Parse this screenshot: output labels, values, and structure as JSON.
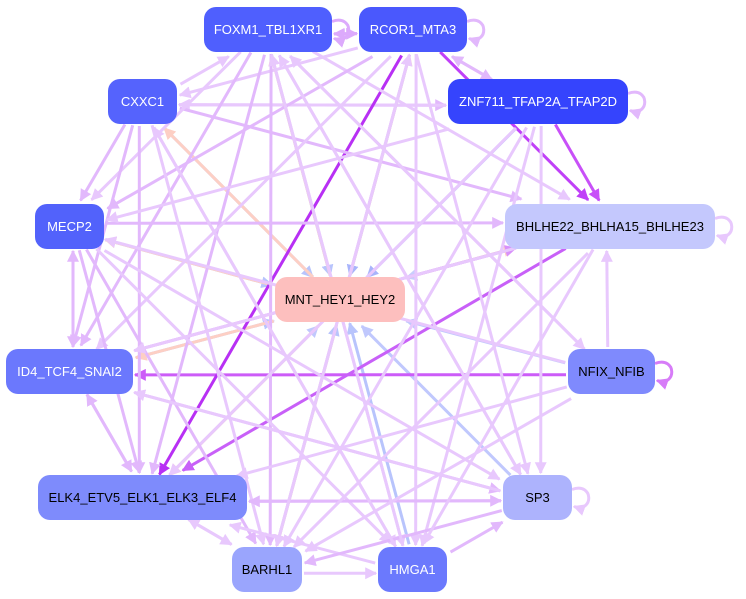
{
  "nodes": [
    {
      "id": "FOXM1",
      "label": "FOXM1_TBL1XR1",
      "color": "#4f5ffe",
      "text": "#ffffff"
    },
    {
      "id": "RCOR1",
      "label": "RCOR1_MTA3",
      "color": "#4a58fd",
      "text": "#ffffff"
    },
    {
      "id": "CXXC1",
      "label": "CXXC1",
      "color": "#5563fd",
      "text": "#ffffff"
    },
    {
      "id": "ZNF711",
      "label": "ZNF711_TFAP2A_TFAP2D",
      "color": "#3544fd",
      "text": "#ffffff"
    },
    {
      "id": "MECP2",
      "label": "MECP2",
      "color": "#5262fb",
      "text": "#ffffff"
    },
    {
      "id": "BHLHE22",
      "label": "BHLHE22_BHLHA15_BHLHE23",
      "color": "#c4c8fd",
      "text": "#000000"
    },
    {
      "id": "MNT",
      "label": "MNT_HEY1_HEY2",
      "color": "#fdbfbe",
      "text": "#000000"
    },
    {
      "id": "ID4",
      "label": "ID4_TCF4_SNAI2",
      "color": "#6b78fd",
      "text": "#ffffff"
    },
    {
      "id": "NFIX",
      "label": "NFIX_NFIB",
      "color": "#7f8afd",
      "text": "#000000"
    },
    {
      "id": "ELK4",
      "label": "ELK4_ETV5_ELK1_ELK3_ELF4",
      "color": "#7e8bfc",
      "text": "#000000"
    },
    {
      "id": "SP3",
      "label": "SP3",
      "color": "#adb3fd",
      "text": "#000000"
    },
    {
      "id": "BARHL1",
      "label": "BARHL1",
      "color": "#9aa5fd",
      "text": "#000000"
    },
    {
      "id": "HMGA1",
      "label": "HMGA1",
      "color": "#6b79fd",
      "text": "#ffffff"
    }
  ],
  "edges": [
    {
      "from": "FOXM1",
      "to": "FOXM1",
      "color": "#dcaafc"
    },
    {
      "from": "RCOR1",
      "to": "RCOR1",
      "color": "#e2b8fc"
    },
    {
      "from": "ZNF711",
      "to": "ZNF711",
      "color": "#e2b8fc"
    },
    {
      "from": "BHLHE22",
      "to": "BHLHE22",
      "color": "#e8c8fd"
    },
    {
      "from": "NFIX",
      "to": "NFIX",
      "color": "#d77cf8"
    },
    {
      "from": "SP3",
      "to": "SP3",
      "color": "#e8c8fd"
    },
    {
      "from": "FOXM1",
      "to": "RCOR1",
      "color": "#dcaafc"
    },
    {
      "from": "RCOR1",
      "to": "FOXM1",
      "color": "#dcaafc"
    },
    {
      "from": "RCOR1",
      "to": "ZNF711",
      "color": "#e2b8fc"
    },
    {
      "from": "ZNF711",
      "to": "RCOR1",
      "color": "#e2b8fc"
    },
    {
      "from": "RCOR1",
      "to": "CXXC1",
      "color": "#e8c8fd"
    },
    {
      "from": "CXXC1",
      "to": "FOXM1",
      "color": "#e8c8fd"
    },
    {
      "from": "CXXC1",
      "to": "ZNF711",
      "color": "#e2b8fc"
    },
    {
      "from": "ZNF711",
      "to": "CXXC1",
      "color": "#e8c8fd"
    },
    {
      "from": "ZNF711",
      "to": "BHLHE22",
      "color": "#c850f8"
    },
    {
      "from": "RCOR1",
      "to": "BHLHE22",
      "color": "#c040f8"
    },
    {
      "from": "ZNF711",
      "to": "MNT",
      "color": "#a8b4fb"
    },
    {
      "from": "RCOR1",
      "to": "MNT",
      "color": "#a8b4fb"
    },
    {
      "from": "MNT",
      "to": "RCOR1",
      "color": "#fdcfc4"
    },
    {
      "from": "FOXM1",
      "to": "MNT",
      "color": "#b8c4fc"
    },
    {
      "from": "MNT",
      "to": "FOXM1",
      "color": "#fdcfc4"
    },
    {
      "from": "CXXC1",
      "to": "MNT",
      "color": "#b8c4fc"
    },
    {
      "from": "MNT",
      "to": "CXXC1",
      "color": "#fdcfc4"
    },
    {
      "from": "MECP2",
      "to": "MNT",
      "color": "#b8c4fc"
    },
    {
      "from": "MNT",
      "to": "MECP2",
      "color": "#fdcfc4"
    },
    {
      "from": "BHLHE22",
      "to": "MNT",
      "color": "#c8cefd"
    },
    {
      "from": "MNT",
      "to": "BHLHE22",
      "color": "#fdcfc4"
    },
    {
      "from": "ID4",
      "to": "MNT",
      "color": "#b8c4fc"
    },
    {
      "from": "MNT",
      "to": "ID4",
      "color": "#fdcfc4"
    },
    {
      "from": "NFIX",
      "to": "MNT",
      "color": "#c0c8fd"
    },
    {
      "from": "ELK4",
      "to": "MNT",
      "color": "#c0c8fd"
    },
    {
      "from": "MNT",
      "to": "ELK4",
      "color": "#fdcfc4"
    },
    {
      "from": "BARHL1",
      "to": "MNT",
      "color": "#b8c4fc"
    },
    {
      "from": "MNT",
      "to": "BARHL1",
      "color": "#fdcfc4"
    },
    {
      "from": "HMGA1",
      "to": "MNT",
      "color": "#b8c4fc"
    },
    {
      "from": "SP3",
      "to": "MNT",
      "color": "#c0c8fd"
    },
    {
      "from": "NFIX",
      "to": "ID4",
      "color": "#cc5cf8"
    },
    {
      "from": "RCOR1",
      "to": "ELK4",
      "color": "#b830f4"
    },
    {
      "from": "BHLHE22",
      "to": "ELK4",
      "color": "#c860f8"
    },
    {
      "from": "MECP2",
      "to": "BHLHE22",
      "color": "#e2b8fc"
    },
    {
      "from": "ID4",
      "to": "BHLHE22",
      "color": "#d890fa"
    },
    {
      "from": "CXXC1",
      "to": "BHLHE22",
      "color": "#e2b8fc"
    },
    {
      "from": "FOXM1",
      "to": "BHLHE22",
      "color": "#e8c8fd"
    },
    {
      "from": "FOXM1",
      "to": "MECP2",
      "color": "#e8c8fd"
    },
    {
      "from": "RCOR1",
      "to": "MECP2",
      "color": "#e2b8fc"
    },
    {
      "from": "FOXM1",
      "to": "ID4",
      "color": "#e2b8fc"
    },
    {
      "from": "FOXM1",
      "to": "ELK4",
      "color": "#e2b8fc"
    },
    {
      "from": "FOXM1",
      "to": "BARHL1",
      "color": "#e2b8fc"
    },
    {
      "from": "FOXM1",
      "to": "HMGA1",
      "color": "#e8c8fd"
    },
    {
      "from": "FOXM1",
      "to": "SP3",
      "color": "#e8c8fd"
    },
    {
      "from": "FOXM1",
      "to": "NFIX",
      "color": "#e8c8fd"
    },
    {
      "from": "RCOR1",
      "to": "ID4",
      "color": "#e8c8fd"
    },
    {
      "from": "RCOR1",
      "to": "BARHL1",
      "color": "#e8c8fd"
    },
    {
      "from": "RCOR1",
      "to": "HMGA1",
      "color": "#e8c8fd"
    },
    {
      "from": "RCOR1",
      "to": "SP3",
      "color": "#e8c8fd"
    },
    {
      "from": "CXXC1",
      "to": "ID4",
      "color": "#e2b8fc"
    },
    {
      "from": "CXXC1",
      "to": "ELK4",
      "color": "#e2b8fc"
    },
    {
      "from": "CXXC1",
      "to": "MECP2",
      "color": "#e2b8fc"
    },
    {
      "from": "CXXC1",
      "to": "BARHL1",
      "color": "#e8c8fd"
    },
    {
      "from": "CXXC1",
      "to": "HMGA1",
      "color": "#e8c8fd"
    },
    {
      "from": "ZNF711",
      "to": "MECP2",
      "color": "#e8c8fd"
    },
    {
      "from": "ZNF711",
      "to": "ELK4",
      "color": "#e8c8fd"
    },
    {
      "from": "ZNF711",
      "to": "BARHL1",
      "color": "#e8c8fd"
    },
    {
      "from": "ZNF711",
      "to": "HMGA1",
      "color": "#e8c8fd"
    },
    {
      "from": "ZNF711",
      "to": "SP3",
      "color": "#e8c8fd"
    },
    {
      "from": "MECP2",
      "to": "ID4",
      "color": "#e2b8fc"
    },
    {
      "from": "ID4",
      "to": "MECP2",
      "color": "#e2b8fc"
    },
    {
      "from": "MECP2",
      "to": "ELK4",
      "color": "#e2b8fc"
    },
    {
      "from": "MECP2",
      "to": "SP3",
      "color": "#e8c8fd"
    },
    {
      "from": "MECP2",
      "to": "HMGA1",
      "color": "#e8c8fd"
    },
    {
      "from": "MECP2",
      "to": "BARHL1",
      "color": "#e2b8fc"
    },
    {
      "from": "ID4",
      "to": "ELK4",
      "color": "#e2b8fc"
    },
    {
      "from": "ELK4",
      "to": "ID4",
      "color": "#e2b8fc"
    },
    {
      "from": "ID4",
      "to": "SP3",
      "color": "#e2b8fc"
    },
    {
      "from": "ELK4",
      "to": "SP3",
      "color": "#e2b8fc"
    },
    {
      "from": "SP3",
      "to": "ELK4",
      "color": "#e2b8fc"
    },
    {
      "from": "ELK4",
      "to": "BARHL1",
      "color": "#e8c8fd"
    },
    {
      "from": "BARHL1",
      "to": "ELK4",
      "color": "#e8c8fd"
    },
    {
      "from": "HMGA1",
      "to": "ELK4",
      "color": "#e8c8fd"
    },
    {
      "from": "BARHL1",
      "to": "HMGA1",
      "color": "#e8c8fd"
    },
    {
      "from": "HMGA1",
      "to": "SP3",
      "color": "#e2b8fc"
    },
    {
      "from": "SP3",
      "to": "BARHL1",
      "color": "#e2b8fc"
    },
    {
      "from": "NFIX",
      "to": "ELK4",
      "color": "#e8c8fd"
    },
    {
      "from": "NFIX",
      "to": "BARHL1",
      "color": "#e8c8fd"
    },
    {
      "from": "NFIX",
      "to": "MECP2",
      "color": "#e8c8fd"
    },
    {
      "from": "NFIX",
      "to": "FOXM1",
      "color": "#e8c8fd"
    },
    {
      "from": "NFIX",
      "to": "BHLHE22",
      "color": "#e8c8fd"
    },
    {
      "from": "BHLHE22",
      "to": "BARHL1",
      "color": "#e8c8fd"
    },
    {
      "from": "BHLHE22",
      "to": "HMGA1",
      "color": "#e8c8fd"
    },
    {
      "from": "BHLHE22",
      "to": "ID4",
      "color": "#e8c8fd"
    },
    {
      "from": "SP3",
      "to": "ID4",
      "color": "#e8c8fd"
    },
    {
      "from": "HMGA1",
      "to": "FOXM1",
      "color": "#e8c8fd"
    },
    {
      "from": "BARHL1",
      "to": "RCOR1",
      "color": "#e8c8fd"
    },
    {
      "from": "SP3",
      "to": "FOXM1",
      "color": "#e8c8fd"
    },
    {
      "from": "HMGA1",
      "to": "CXXC1",
      "color": "#e8c8fd"
    }
  ]
}
